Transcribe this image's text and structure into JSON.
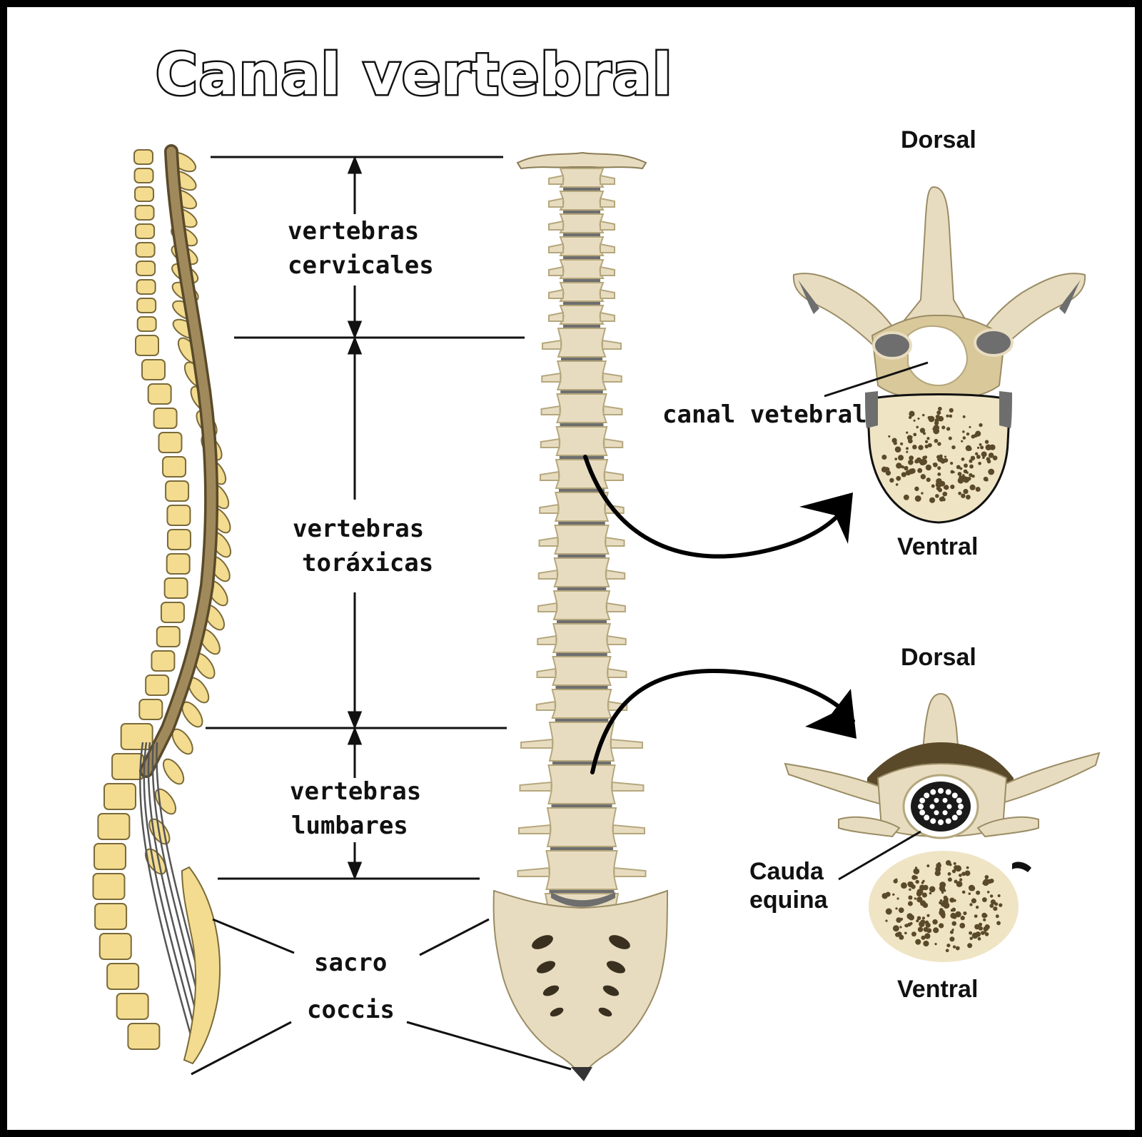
{
  "title": "Canal vertebral",
  "colors": {
    "bone": "#e8dcc0",
    "bone_shade": "#b5a77d",
    "bone_yellow": "#f3dc8f",
    "cord": "#a08a5c",
    "disc": "#6e6e6e",
    "line": "#111111",
    "frame": "#000000"
  },
  "regions": {
    "cervical": {
      "line1": "vertebras",
      "line2": "cervicales"
    },
    "thoracic": {
      "line1": "vertebras",
      "line2": "toráxicas"
    },
    "lumbar": {
      "line1": "vertebras",
      "line2": "lumbares"
    }
  },
  "labels": {
    "sacro": "sacro",
    "coccis": "coccis",
    "canal": "canal vetebral",
    "cauda_line1": "Cauda",
    "cauda_line2": "equina",
    "dorsal_top": "Dorsal",
    "ventral_top": "Ventral",
    "dorsal_bottom": "Dorsal",
    "ventral_bottom": "Ventral"
  }
}
